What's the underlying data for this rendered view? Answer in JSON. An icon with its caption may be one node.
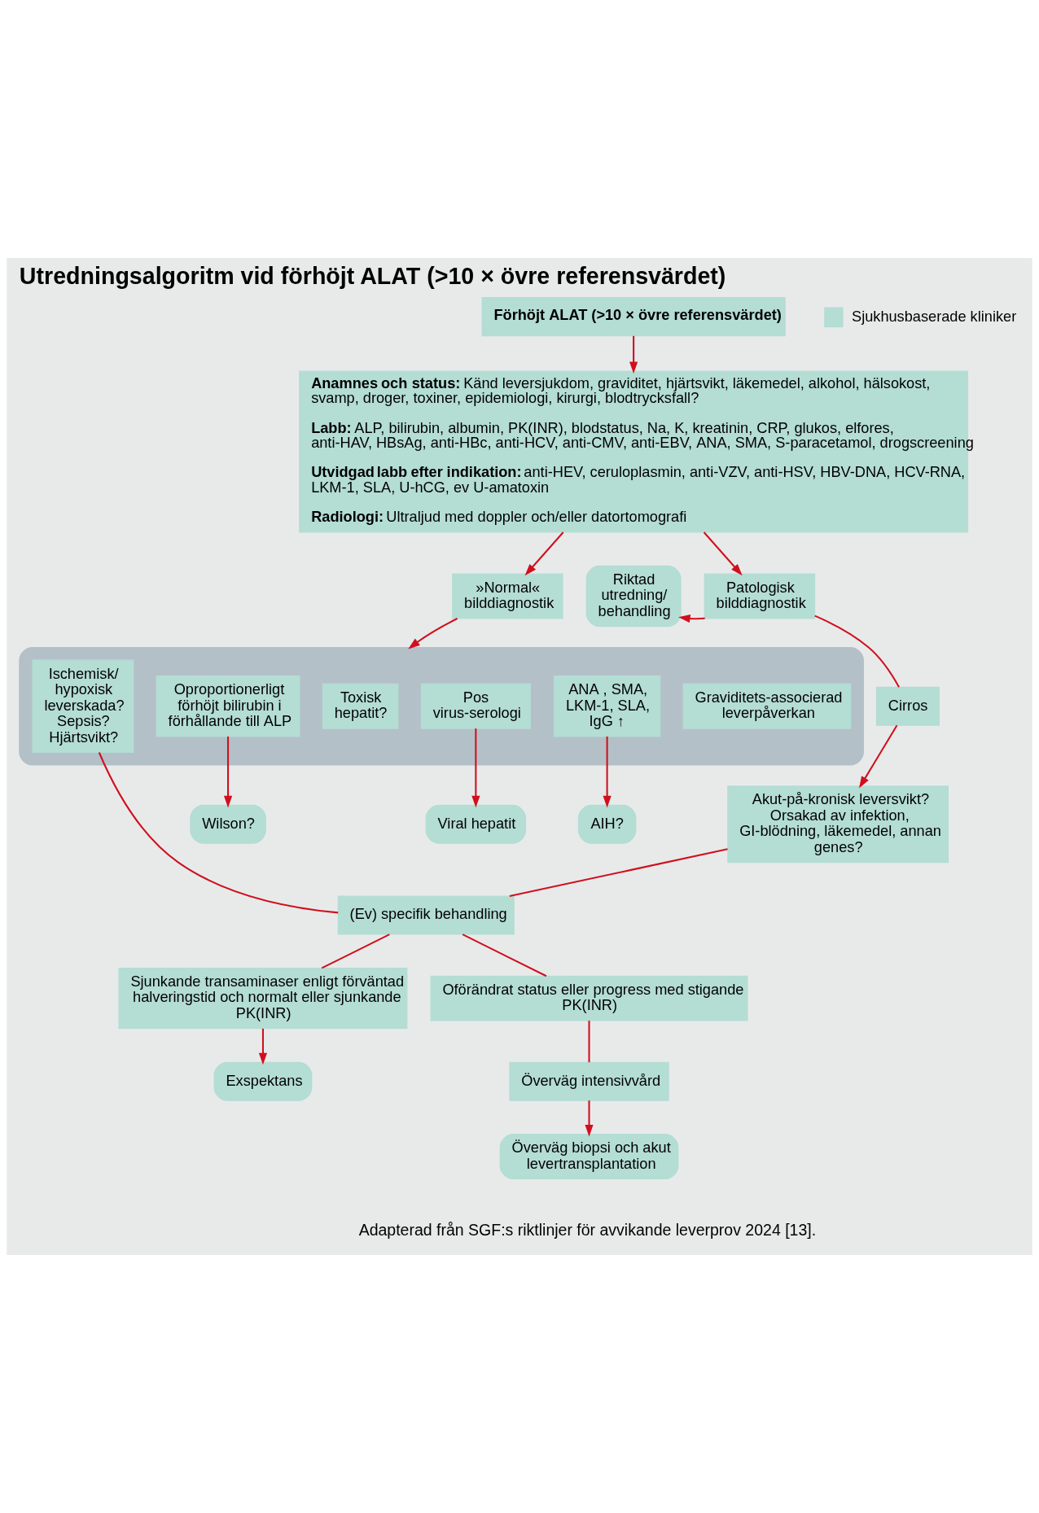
{
  "diagram": {
    "title": "Utredningsalgoritm vid förhöjt ALAT (>10 × övre referensvärdet)",
    "caption": "Adapterad från SGF:s riktlinjer för avvikande leverprov 2024 [13].",
    "nodes": [
      {
        "text": [
          "Förhöjt ALAT (>10 × övre referensvärdet)"
        ]
      },
      {
        "text": [
          "**Anamnes och status:** Känd leversjukdom, graviditet, hjärtsvikt, läkemedel, alkohol, hälsokost, svamp, droger, toxiner, epidemiologi, kirurgi, blodtrycksfall?",
          "**Labb:** ALP, bilirubin, albumin, PK(INR), blodstatus, Na, K, kreatinin, CRP, glukos, elfores, anti-HAV, HBsAg, anti-HBc, anti-HCV, anti-CMV, anti-EBV, ANA, SMA, S-paracetamol, drogscreening",
          "**Utvidgad labb efter indikation:** anti-HEV, ceruloplasmin, anti-VZV, anti-HSV, HBV-DNA, HCV-RNA, LKM-1, SLA, U-hCG, ev U-amatoxin",
          "**Radiologi:** Ultraljud med doppler och/eller datortomografi"
        ]
      },
      {
        "text": [
          "»Normal« bilddiagnostik"
        ]
      },
      {
        "text": [
          "Riktad utredning/ behandling"
        ]
      },
      {
        "text": [
          "Patologisk bilddiagnostik"
        ]
      },
      {
        "text": [],
        "shape": "box"
      },
      {
        "text": [
          "Ischemisk/ hypoxisk leverskada? Sepsis? Hjärtsvikt?"
        ],
        "in": 5
      },
      {
        "text": [
          "Oproportionerligt förhöjt bilirubin i förhållande till ALP"
        ],
        "in": 5
      },
      {
        "text": [
          "Toxisk hepatit?"
        ],
        "in": 5
      },
      {
        "text": [
          "Pos virus-serologi"
        ],
        "in": 5
      },
      {
        "text": [
          "ANA , SMA, LKM-1, SLA, IgG ↑"
        ],
        "in": 5
      },
      {
        "text": [
          "Graviditets-associerad leverpåverkan"
        ],
        "in": 5
      },
      {
        "text": [
          "Cirros"
        ]
      },
      {
        "text": [
          "Wilson?"
        ]
      },
      {
        "text": [
          "Viral hepatit"
        ]
      },
      {
        "text": [
          "AIH?"
        ]
      },
      {
        "text": [
          "Akut-på-kronisk leversvikt? Orsakad av infektion, GI-blödning, läkemedel, annan genes?"
        ]
      },
      {
        "text": [
          "(Ev) specifik behandling"
        ]
      },
      {
        "text": [
          "Sjunkande transaminaser enligt förväntad halveringstid och normalt eller sjunkande PK(INR)"
        ]
      },
      {
        "text": [
          "Oförändrat status eller progress med stigande PK(INR)"
        ]
      },
      {
        "text": [
          "Exspektans"
        ]
      },
      {
        "text": [
          "Överväg intensivvård"
        ]
      },
      {
        "text": [
          "Överväg biopsi och akut levertransplantation"
        ]
      }
    ],
    "edges": [
      {
        "from": 0,
        "to": 1,
        "arrow": "to"
      },
      {
        "from": 1,
        "to": 2,
        "arrow": "to"
      },
      {
        "from": 1,
        "to": 4,
        "arrow": "to"
      },
      {
        "from": 4,
        "to": 3,
        "arrow": "to"
      },
      {
        "from": 2,
        "to": 5,
        "arrow": "to"
      },
      {
        "from": 7,
        "to": 13,
        "arrow": "to"
      },
      {
        "from": 9,
        "to": 14,
        "arrow": "to"
      },
      {
        "from": 10,
        "to": 15,
        "arrow": "to"
      },
      {
        "from": 4,
        "to": 12,
        "arrow": "none"
      },
      {
        "from": 12,
        "to": 16,
        "arrow": "to"
      },
      {
        "from": 6,
        "to": 17,
        "arrow": "none"
      },
      {
        "from": 16,
        "to": 17,
        "arrow": "none"
      },
      {
        "from": 17,
        "to": 18,
        "arrow": "none"
      },
      {
        "from": 17,
        "to": 19,
        "arrow": "none"
      },
      {
        "from": 18,
        "to": 20,
        "arrow": "to"
      },
      {
        "from": 19,
        "to": 21,
        "arrow": "none"
      },
      {
        "from": 21,
        "to": 22,
        "arrow": "to"
      }
    ],
    "legend": [
      {
        "text": "Sjukhusbaserade kliniker",
        "color": "#b4ddd4"
      }
    ]
  }
}
